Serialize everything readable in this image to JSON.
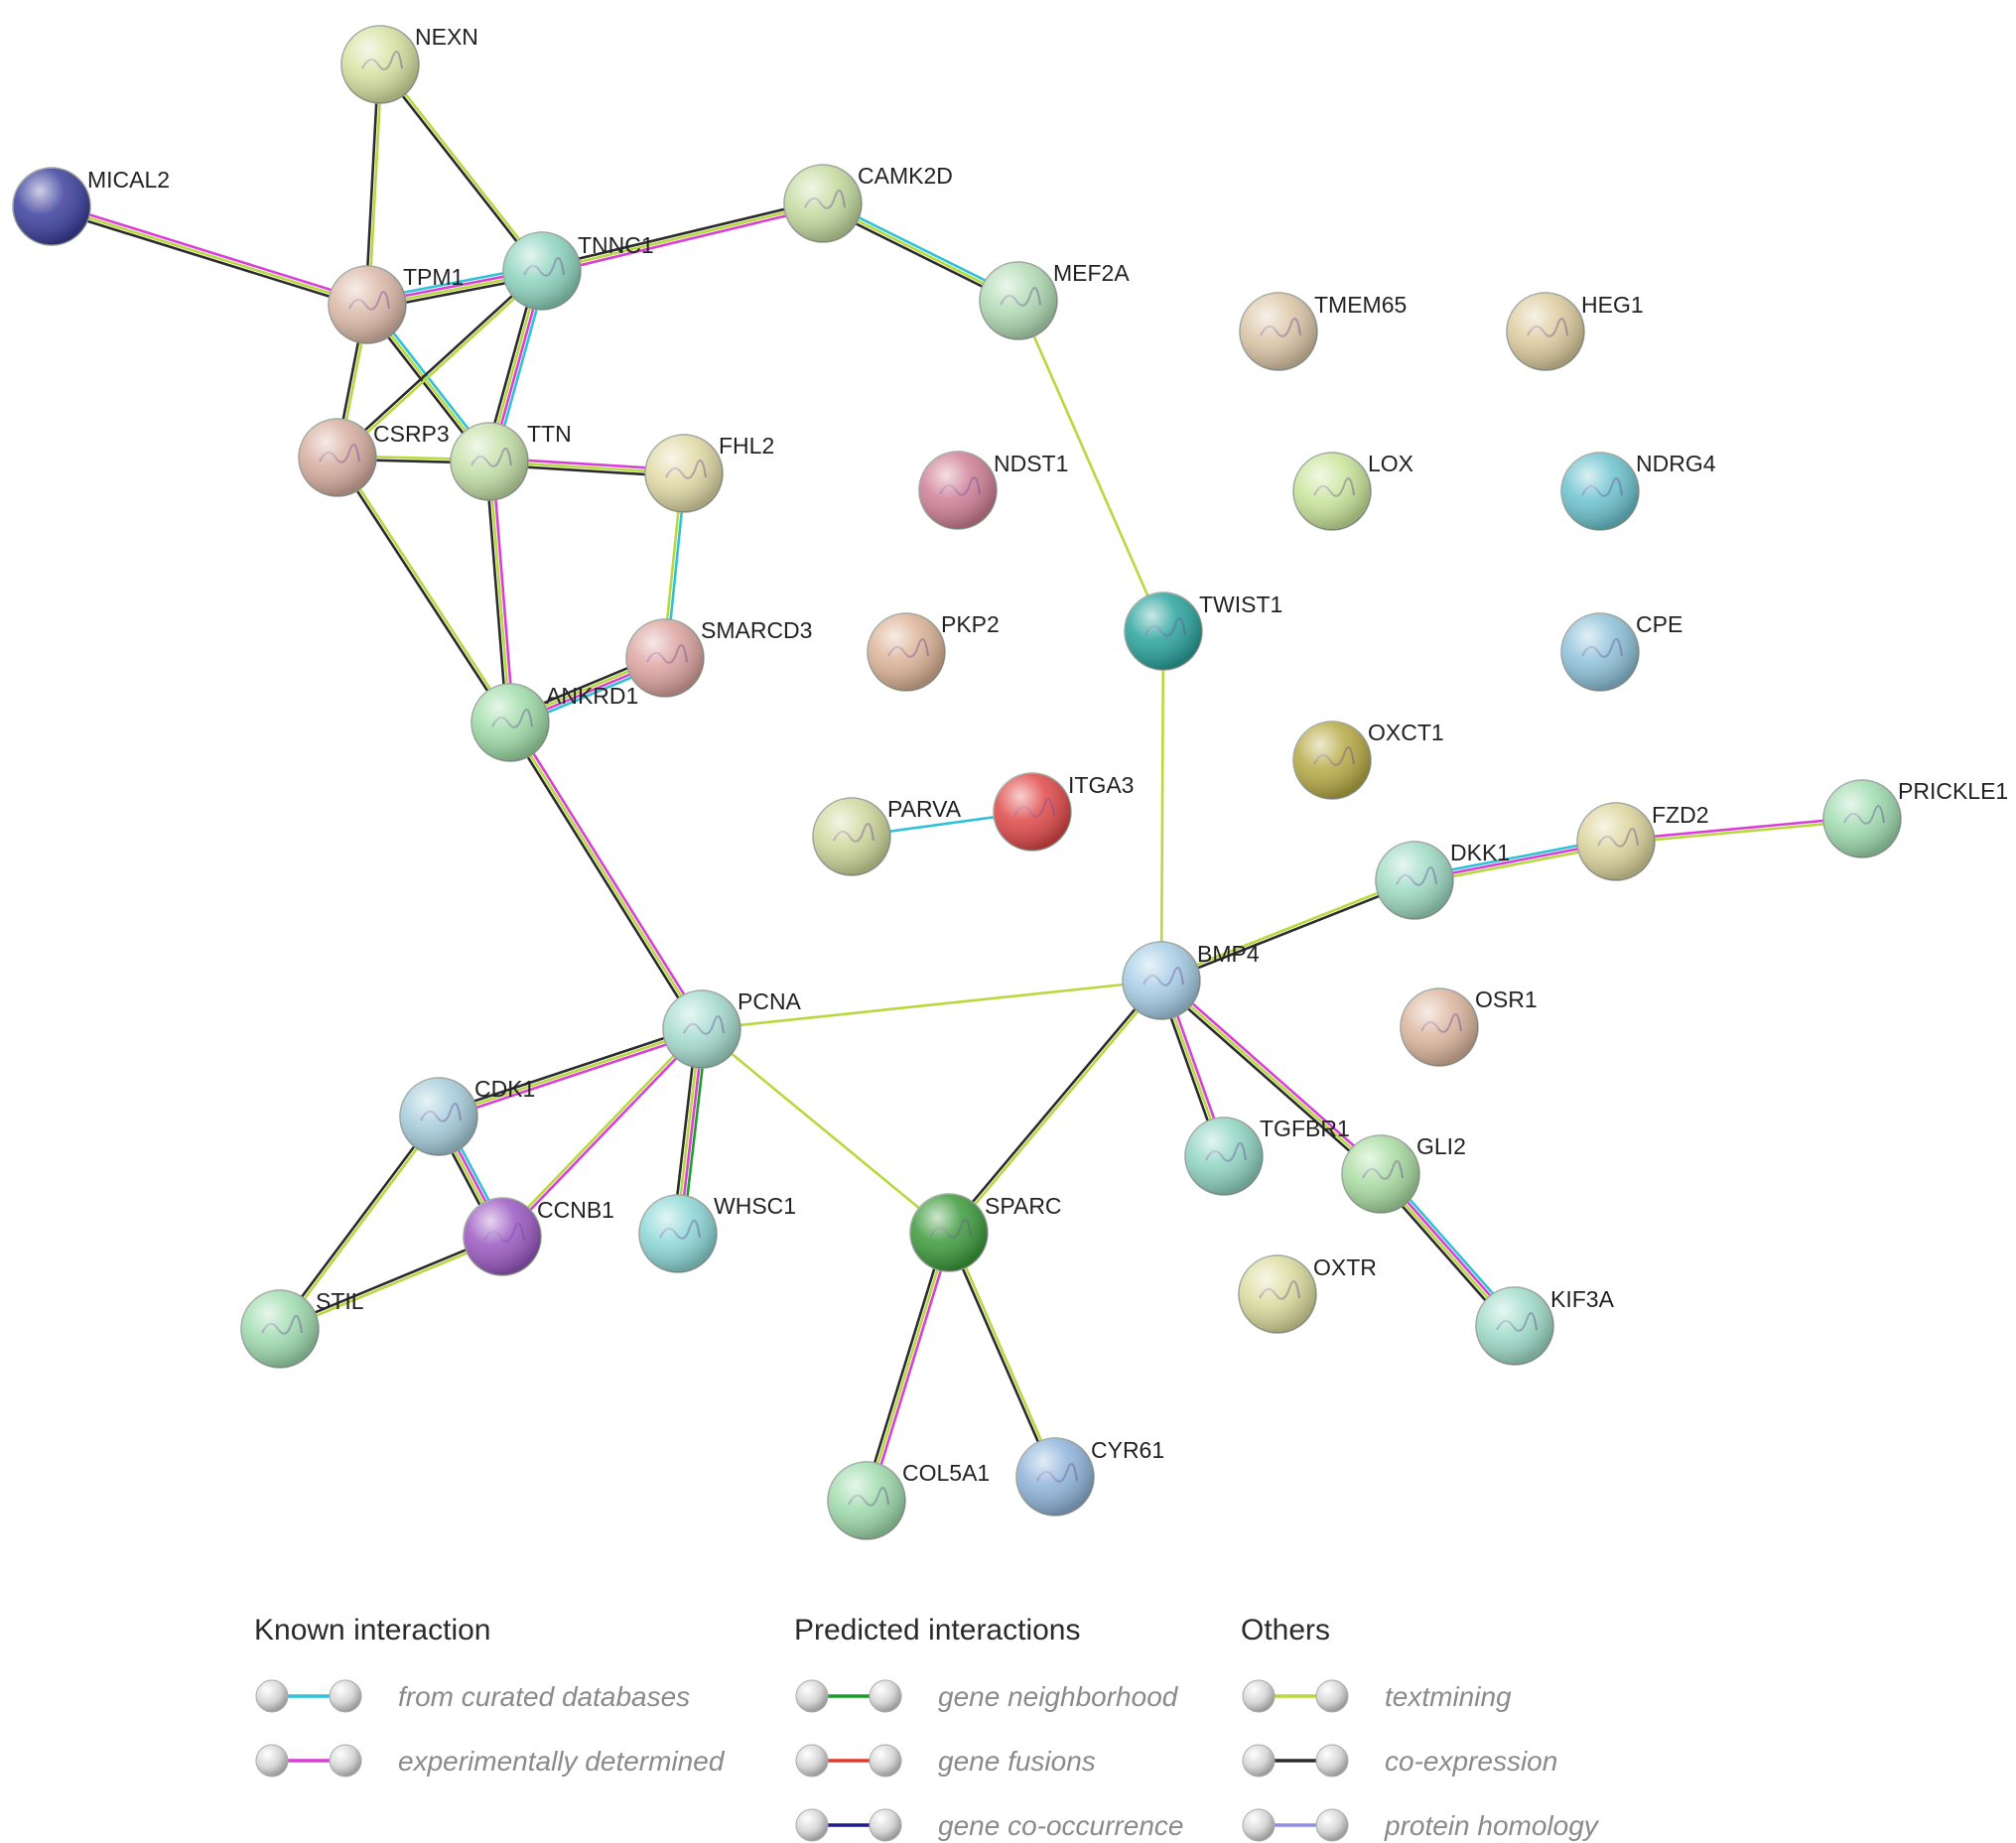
{
  "network": {
    "nodes": [
      {
        "id": "NEXN",
        "label": "NEXN",
        "color": "#d7e2a0"
      },
      {
        "id": "MICAL2",
        "label": "MICAL2",
        "color": "#3b3f9c"
      },
      {
        "id": "CAMK2D",
        "label": "CAMK2D",
        "color": "#c5dca0"
      },
      {
        "id": "TNNC1",
        "label": "TNNC1",
        "color": "#8fd5bf"
      },
      {
        "id": "TPM1",
        "label": "TPM1",
        "color": "#dcb9a8"
      },
      {
        "id": "MEF2A",
        "label": "MEF2A",
        "color": "#b2dcb5"
      },
      {
        "id": "TMEM65",
        "label": "TMEM65",
        "color": "#dcc7a8"
      },
      {
        "id": "HEG1",
        "label": "HEG1",
        "color": "#ddcc9e"
      },
      {
        "id": "CSRP3",
        "label": "CSRP3",
        "color": "#d7ad9f"
      },
      {
        "id": "TTN",
        "label": "TTN",
        "color": "#c5e1a8"
      },
      {
        "id": "FHL2",
        "label": "FHL2",
        "color": "#e2daa6"
      },
      {
        "id": "NDST1",
        "label": "NDST1",
        "color": "#cf7f96"
      },
      {
        "id": "LOX",
        "label": "LOX",
        "color": "#c9e59a"
      },
      {
        "id": "NDRG4",
        "label": "NDRG4",
        "color": "#6cc3cf"
      },
      {
        "id": "TWIST1",
        "label": "TWIST1",
        "color": "#2aa39d"
      },
      {
        "id": "SMARCD3",
        "label": "SMARCD3",
        "color": "#dca39f"
      },
      {
        "id": "PKP2",
        "label": "PKP2",
        "color": "#dcb296"
      },
      {
        "id": "CPE",
        "label": "CPE",
        "color": "#8ec2da"
      },
      {
        "id": "ANKRD1",
        "label": "ANKRD1",
        "color": "#9fdca8"
      },
      {
        "id": "OXCT1",
        "label": "OXCT1",
        "color": "#b7aa45"
      },
      {
        "id": "ITGA3",
        "label": "ITGA3",
        "color": "#e04848"
      },
      {
        "id": "PARVA",
        "label": "PARVA",
        "color": "#cfd89c"
      },
      {
        "id": "PRICKLE1",
        "label": "PRICKLE1",
        "color": "#9fdcb0"
      },
      {
        "id": "FZD2",
        "label": "FZD2",
        "color": "#dcd49c"
      },
      {
        "id": "DKK1",
        "label": "DKK1",
        "color": "#9fdcc6"
      },
      {
        "id": "BMP4",
        "label": "BMP4",
        "color": "#a6cde6"
      },
      {
        "id": "OSR1",
        "label": "OSR1",
        "color": "#dcb69e"
      },
      {
        "id": "PCNA",
        "label": "PCNA",
        "color": "#a6dccf"
      },
      {
        "id": "CDK1",
        "label": "CDK1",
        "color": "#a6cedc"
      },
      {
        "id": "TGFBR1",
        "label": "TGFBR1",
        "color": "#8fd5c2"
      },
      {
        "id": "GLI2",
        "label": "GLI2",
        "color": "#a9dca2"
      },
      {
        "id": "CCNB1",
        "label": "CCNB1",
        "color": "#9b58c2"
      },
      {
        "id": "WHSC1",
        "label": "WHSC1",
        "color": "#8ed8d8"
      },
      {
        "id": "SPARC",
        "label": "SPARC",
        "color": "#3c9a3c"
      },
      {
        "id": "OXTR",
        "label": "OXTR",
        "color": "#dcdc9e"
      },
      {
        "id": "KIF3A",
        "label": "KIF3A",
        "color": "#9fdcc9"
      },
      {
        "id": "STIL",
        "label": "STIL",
        "color": "#9fdcb0"
      },
      {
        "id": "CYR61",
        "label": "CYR61",
        "color": "#8fb4da"
      },
      {
        "id": "COL5A1",
        "label": "COL5A1",
        "color": "#9fdcac"
      }
    ],
    "edges": [
      {
        "source": "NEXN",
        "target": "TPM1",
        "types": [
          "textmining",
          "coexpression"
        ]
      },
      {
        "source": "NEXN",
        "target": "TNNC1",
        "types": [
          "textmining",
          "coexpression"
        ]
      },
      {
        "source": "MICAL2",
        "target": "TPM1",
        "types": [
          "experimental",
          "textmining",
          "coexpression"
        ]
      },
      {
        "source": "CAMK2D",
        "target": "TNNC1",
        "types": [
          "experimental",
          "textmining",
          "coexpression"
        ]
      },
      {
        "source": "CAMK2D",
        "target": "MEF2A",
        "types": [
          "curated",
          "textmining",
          "coexpression"
        ]
      },
      {
        "source": "TPM1",
        "target": "TNNC1",
        "types": [
          "curated",
          "experimental",
          "textmining",
          "coexpression"
        ]
      },
      {
        "source": "TPM1",
        "target": "CSRP3",
        "types": [
          "textmining",
          "coexpression"
        ]
      },
      {
        "source": "TPM1",
        "target": "TTN",
        "types": [
          "curated",
          "textmining",
          "coexpression"
        ]
      },
      {
        "source": "TNNC1",
        "target": "CSRP3",
        "types": [
          "textmining",
          "coexpression"
        ]
      },
      {
        "source": "TNNC1",
        "target": "TTN",
        "types": [
          "curated",
          "experimental",
          "textmining",
          "coexpression"
        ]
      },
      {
        "source": "CSRP3",
        "target": "TTN",
        "types": [
          "textmining",
          "coexpression"
        ]
      },
      {
        "source": "CSRP3",
        "target": "ANKRD1",
        "types": [
          "textmining",
          "coexpression"
        ]
      },
      {
        "source": "TTN",
        "target": "FHL2",
        "types": [
          "experimental",
          "textmining",
          "coexpression"
        ]
      },
      {
        "source": "TTN",
        "target": "ANKRD1",
        "types": [
          "experimental",
          "textmining",
          "coexpression"
        ]
      },
      {
        "source": "FHL2",
        "target": "SMARCD3",
        "types": [
          "curated",
          "textmining"
        ]
      },
      {
        "source": "SMARCD3",
        "target": "ANKRD1",
        "types": [
          "curated",
          "experimental",
          "textmining",
          "coexpression"
        ]
      },
      {
        "source": "ANKRD1",
        "target": "PCNA",
        "types": [
          "experimental",
          "textmining",
          "coexpression"
        ]
      },
      {
        "source": "MEF2A",
        "target": "TWIST1",
        "types": [
          "textmining"
        ]
      },
      {
        "source": "TWIST1",
        "target": "BMP4",
        "types": [
          "textmining"
        ]
      },
      {
        "source": "PARVA",
        "target": "ITGA3",
        "types": [
          "curated"
        ]
      },
      {
        "source": "PCNA",
        "target": "BMP4",
        "types": [
          "textmining"
        ]
      },
      {
        "source": "BMP4",
        "target": "DKK1",
        "types": [
          "textmining",
          "coexpression"
        ]
      },
      {
        "source": "DKK1",
        "target": "FZD2",
        "types": [
          "curated",
          "experimental",
          "textmining"
        ]
      },
      {
        "source": "FZD2",
        "target": "PRICKLE1",
        "types": [
          "experimental",
          "textmining"
        ]
      },
      {
        "source": "BMP4",
        "target": "TGFBR1",
        "types": [
          "experimental",
          "textmining",
          "coexpression"
        ]
      },
      {
        "source": "BMP4",
        "target": "GLI2",
        "types": [
          "experimental",
          "textmining",
          "coexpression"
        ]
      },
      {
        "source": "BMP4",
        "target": "SPARC",
        "types": [
          "textmining",
          "coexpression"
        ]
      },
      {
        "source": "GLI2",
        "target": "KIF3A",
        "types": [
          "curated",
          "experimental",
          "textmining",
          "coexpression"
        ]
      },
      {
        "source": "PCNA",
        "target": "CDK1",
        "types": [
          "experimental",
          "textmining",
          "coexpression"
        ]
      },
      {
        "source": "PCNA",
        "target": "CCNB1",
        "types": [
          "experimental",
          "textmining"
        ]
      },
      {
        "source": "PCNA",
        "target": "WHSC1",
        "types": [
          "neighborhood",
          "experimental",
          "textmining",
          "coexpression"
        ]
      },
      {
        "source": "PCNA",
        "target": "SPARC",
        "types": [
          "textmining"
        ]
      },
      {
        "source": "CDK1",
        "target": "CCNB1",
        "types": [
          "curated",
          "experimental",
          "textmining",
          "coexpression"
        ]
      },
      {
        "source": "CDK1",
        "target": "STIL",
        "types": [
          "textmining",
          "coexpression"
        ]
      },
      {
        "source": "CCNB1",
        "target": "STIL",
        "types": [
          "textmining",
          "coexpression"
        ]
      },
      {
        "source": "SPARC",
        "target": "COL5A1",
        "types": [
          "experimental",
          "textmining",
          "coexpression"
        ]
      },
      {
        "source": "SPARC",
        "target": "CYR61",
        "types": [
          "textmining",
          "coexpression"
        ]
      }
    ],
    "edge_colors": {
      "curated": "#2ec2d8",
      "experimental": "#d93fd6",
      "neighborhood": "#1a9e2a",
      "fusion": "#e23a2a",
      "cooccurrence": "#1c1c8c",
      "textmining": "#b7d93d",
      "coexpression": "#2b2b2b",
      "homology": "#8e8ee6"
    }
  },
  "legend": {
    "groups": [
      {
        "heading": "Known interaction",
        "items": [
          {
            "label": "from curated databases",
            "color": "#2ec2d8"
          },
          {
            "label": "experimentally determined",
            "color": "#d93fd6"
          }
        ]
      },
      {
        "heading": "Predicted interactions",
        "items": [
          {
            "label": "gene neighborhood",
            "color": "#1a9e2a"
          },
          {
            "label": "gene fusions",
            "color": "#e23a2a"
          },
          {
            "label": "gene co-occurrence",
            "color": "#1c1c8c"
          }
        ]
      },
      {
        "heading": "Others",
        "items": [
          {
            "label": "textmining",
            "color": "#b7d93d"
          },
          {
            "label": "co-expression",
            "color": "#2b2b2b"
          },
          {
            "label": "protein homology",
            "color": "#8e8ee6"
          }
        ]
      }
    ]
  }
}
